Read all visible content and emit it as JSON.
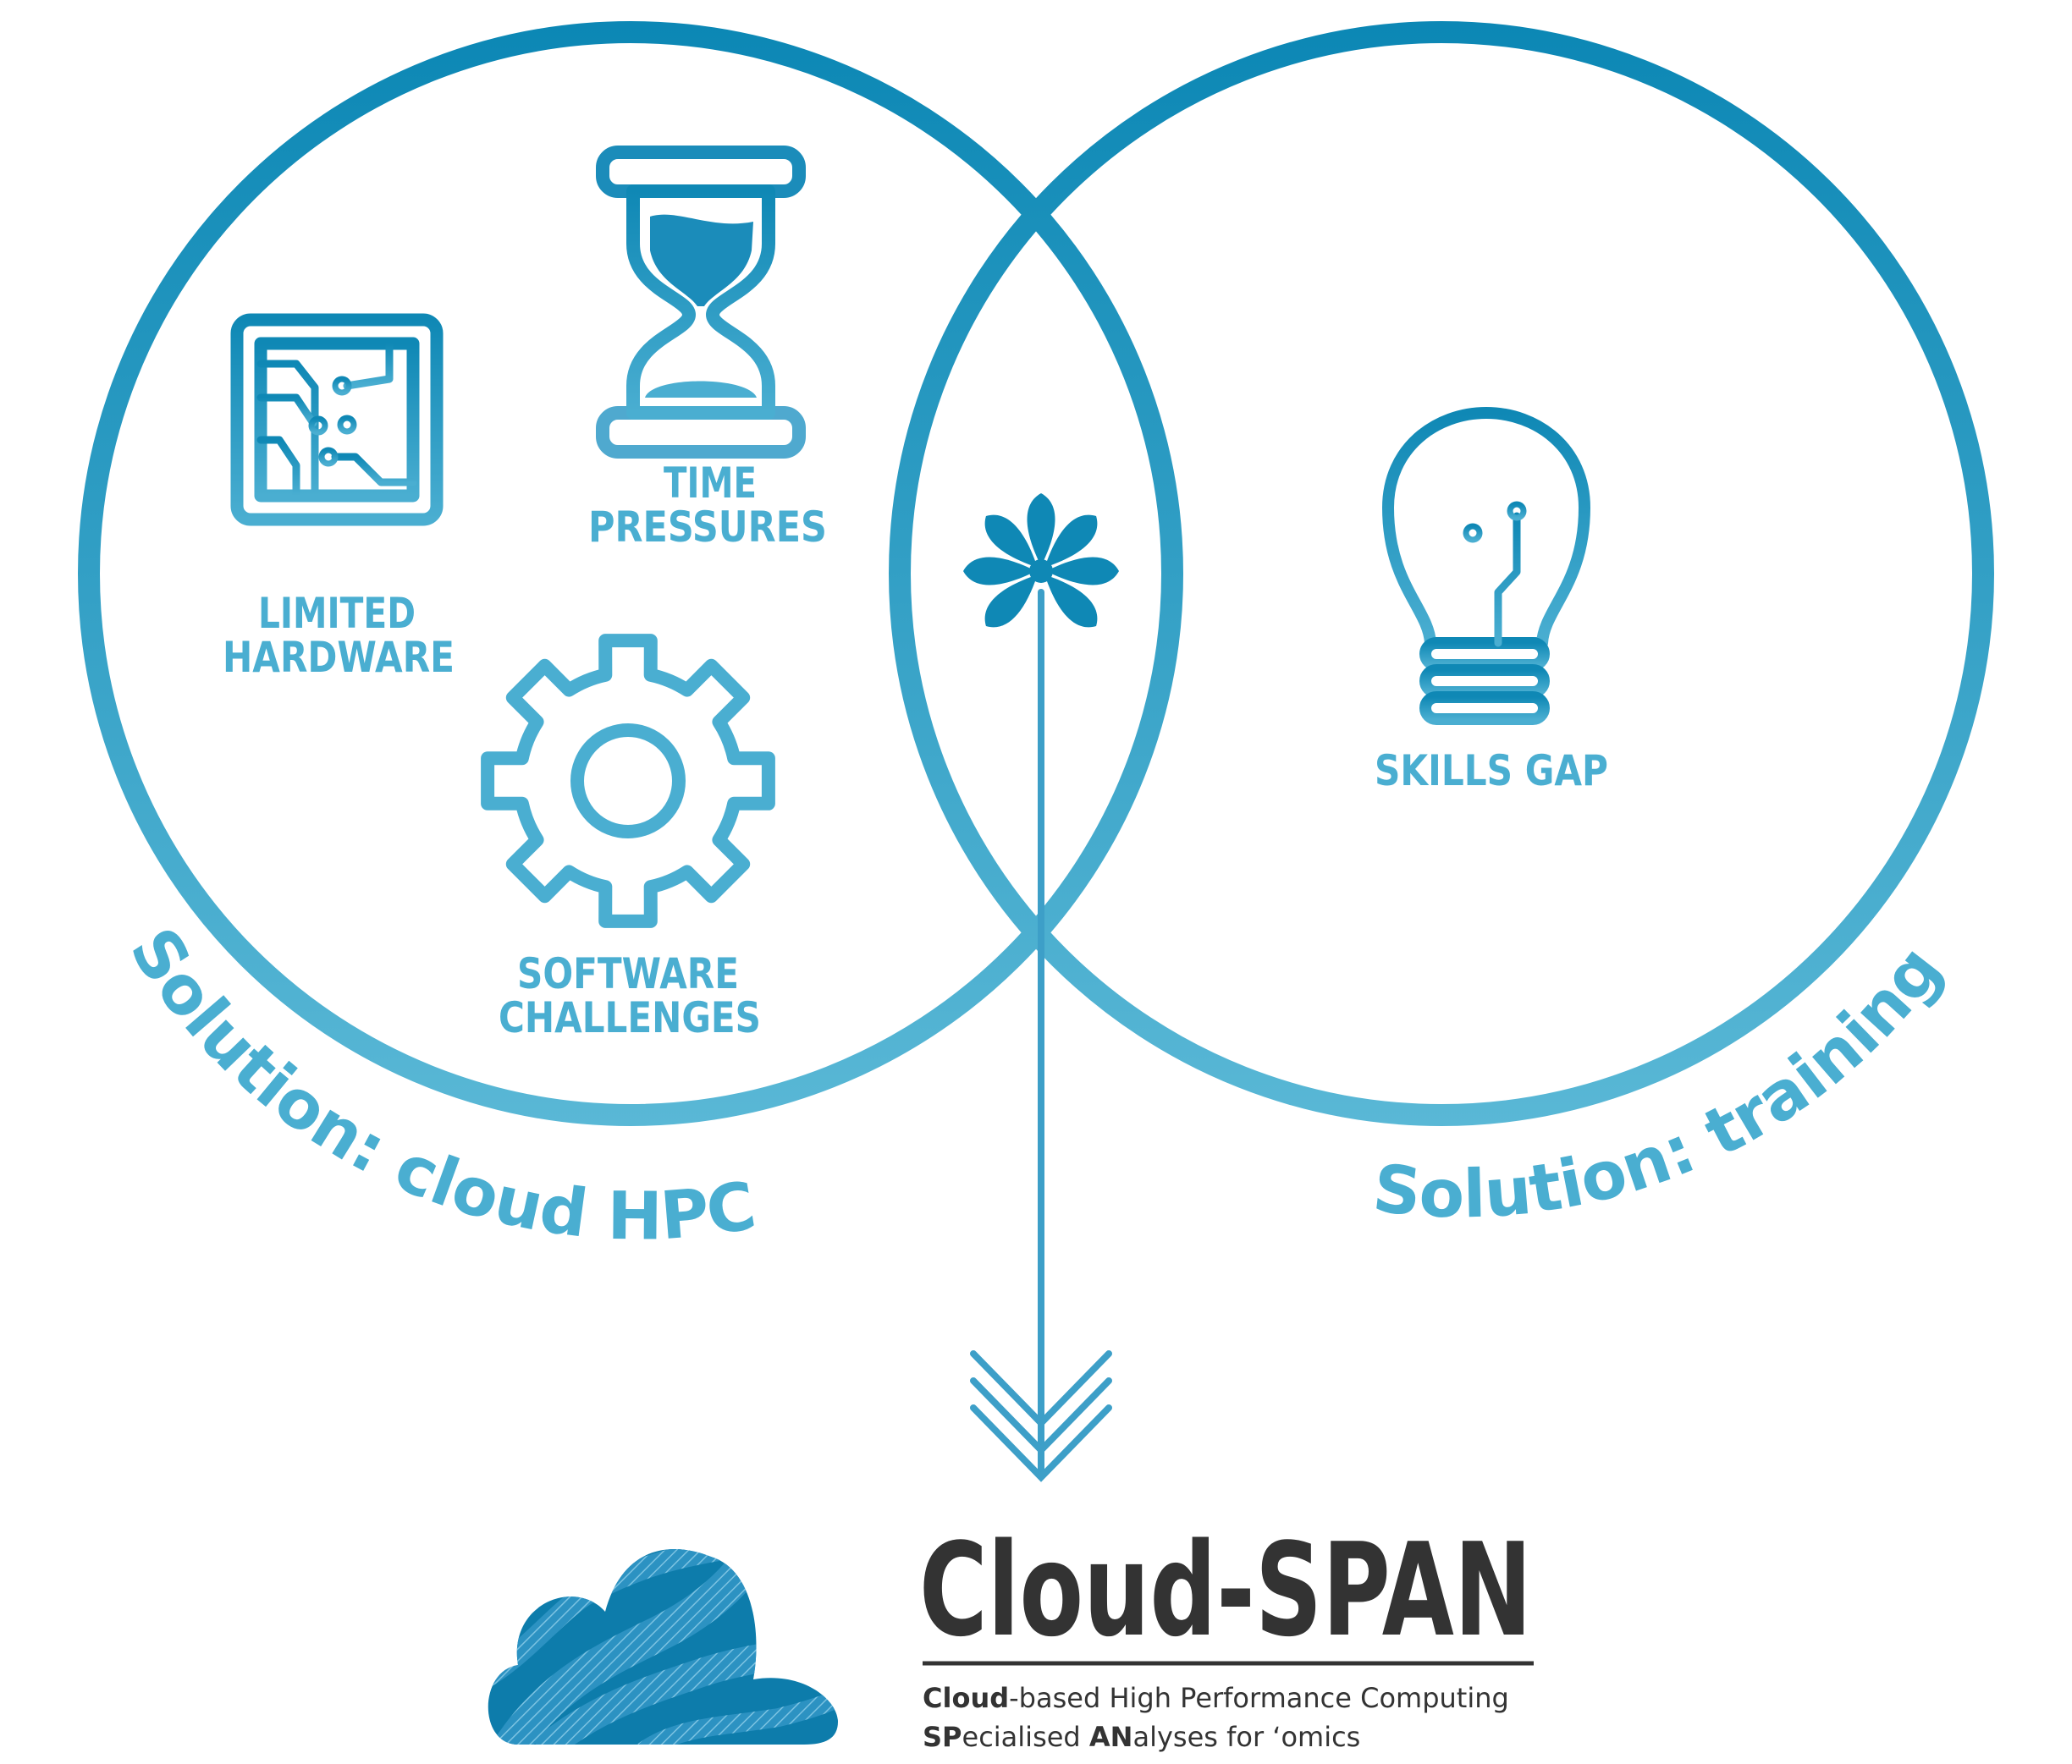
{
  "colors": {
    "ring_top": "#0a86b4",
    "ring_bottom": "#5ab8d6",
    "icon_dark": "#0f88b5",
    "icon_light": "#4aaed1",
    "label": "#4aaed1",
    "brand_text": "#333333",
    "cloud_dark": "#0d7cab",
    "cloud_light": "#3b9fcc"
  },
  "left_circle": {
    "issues": [
      {
        "line1": "LIMITED",
        "line2": "HARDWARE",
        "icon": "cpu-chip-icon"
      },
      {
        "line1": "TIME",
        "line2": "PRESSURES",
        "icon": "hourglass-icon"
      },
      {
        "line1": "SOFTWARE",
        "line2": "CHALLENGES",
        "icon": "gear-icon"
      }
    ],
    "solution": "Solution: cloud HPC"
  },
  "right_circle": {
    "issues": [
      {
        "line1": "SKILLS GAP",
        "icon": "lightbulb-icon"
      }
    ],
    "solution": "Solution: training"
  },
  "center_icon": "asterisk-icon",
  "arrow_icon": "down-arrow-icon",
  "brand": {
    "logo_icon": "dna-cloud-icon",
    "name": "Cloud-SPAN",
    "tagline1_bold": "Cloud",
    "tagline1_rest": "-based High Performance Computing",
    "tagline2_bold1": "SP",
    "tagline2_mid": "ecialised ",
    "tagline2_bold2": "AN",
    "tagline2_rest": "alyses for ‘omics"
  }
}
